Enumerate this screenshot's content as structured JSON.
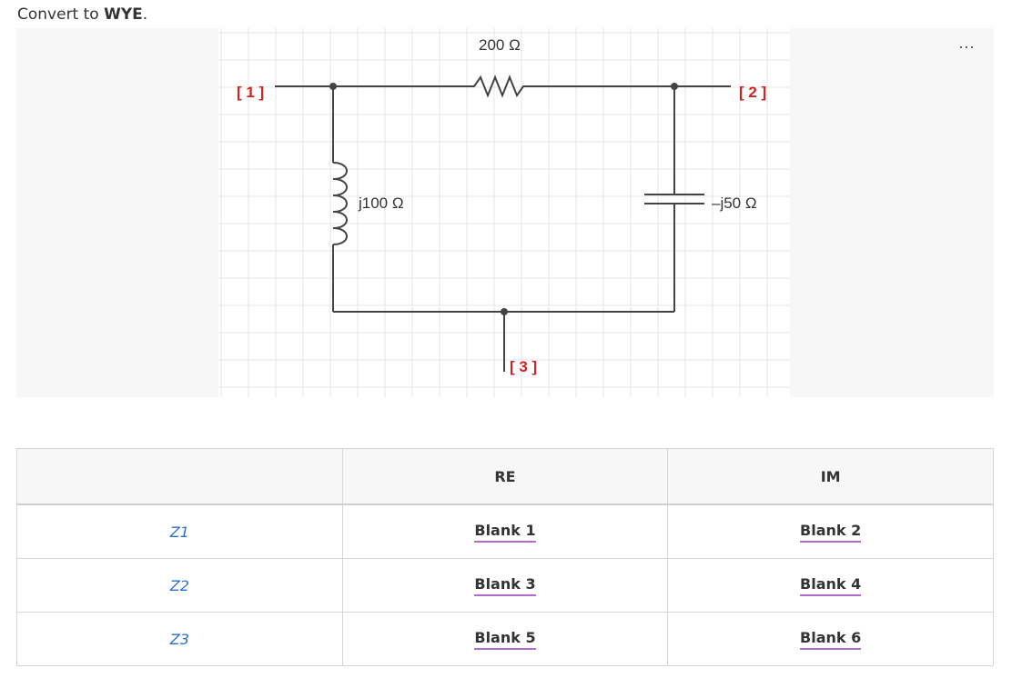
{
  "prompt": {
    "prefix": "Convert to ",
    "bold": "WYE",
    "suffix": "."
  },
  "figure": {
    "more_icon": "⋯",
    "node_labels": {
      "n1": "[ 1 ]",
      "n2": "[ 2 ]",
      "n3": "[ 3 ]"
    },
    "component_labels": {
      "resistor": "200 Ω",
      "inductor": "j100 Ω",
      "capacitor": "–j50 Ω"
    }
  },
  "table": {
    "headers": [
      "",
      "RE",
      "IM"
    ],
    "rows": [
      {
        "label": "Z1",
        "re": "Blank 1",
        "im": "Blank 2"
      },
      {
        "label": "Z2",
        "re": "Blank 3",
        "im": "Blank 4"
      },
      {
        "label": "Z3",
        "re": "Blank 5",
        "im": "Blank 6"
      }
    ]
  },
  "colors": {
    "node_label": "#d62020",
    "row_label": "#2a6fcf",
    "blank_underline": "#b36ad0"
  }
}
